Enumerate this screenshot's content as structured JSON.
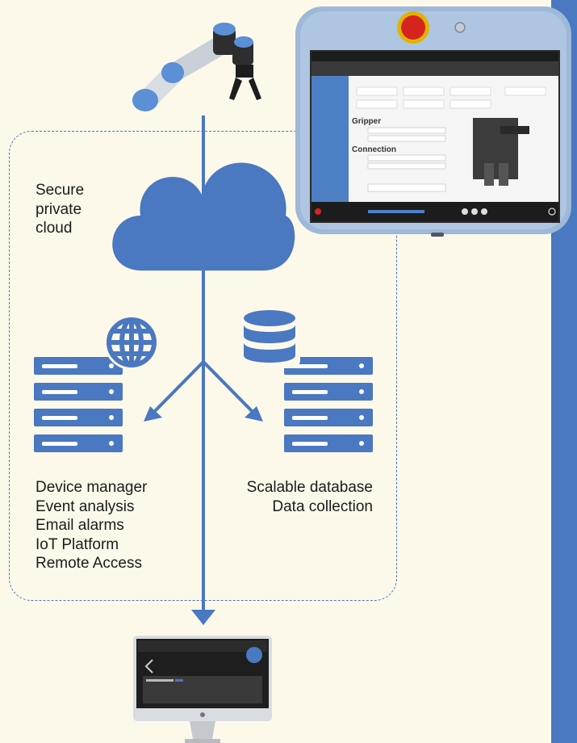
{
  "cloud": {
    "lines": [
      "Secure",
      "private",
      "cloud"
    ]
  },
  "left_services": [
    "Device manager",
    "Event analysis",
    "Email alarms",
    "IoT Platform",
    "Remote Access"
  ],
  "right_services": [
    "Scalable database",
    "Data collection"
  ],
  "pendant_screen": {
    "panel_title": "Gripper",
    "connection_title": "Connection"
  },
  "colors": {
    "accent": "#4a78c1",
    "background": "#fdf9ea",
    "text": "#1b1b1b",
    "pendant_frame": "#9db8d8",
    "estop": "#d7231f"
  }
}
